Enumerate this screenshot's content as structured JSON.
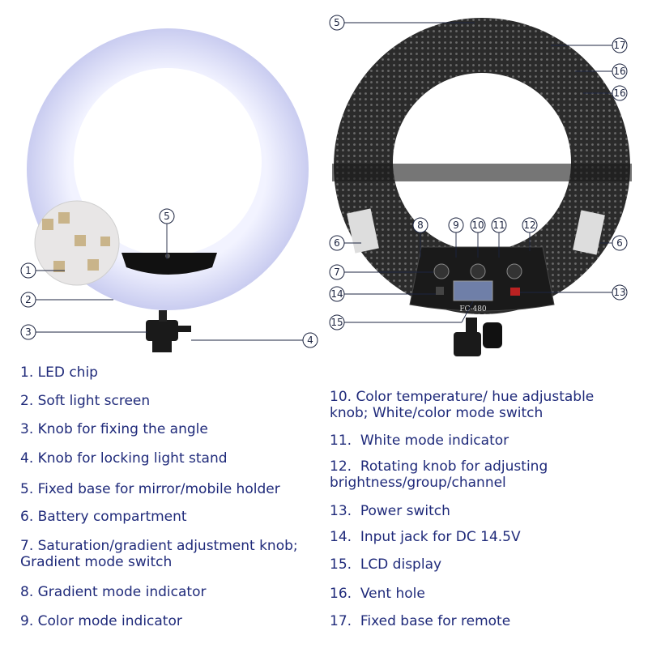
{
  "left_light": {
    "callouts": [
      "1",
      "2",
      "3",
      "4",
      "5"
    ]
  },
  "right_light": {
    "callouts": [
      "5",
      "17",
      "16",
      "16",
      "8",
      "9",
      "10",
      "11",
      "12",
      "6",
      "6",
      "7",
      "14",
      "13",
      "15"
    ],
    "model_label": "FC-480"
  },
  "legend_left": [
    "1. LED chip",
    "2. Soft light screen",
    "3. Knob for fixing the angle",
    "4. Knob for locking light stand",
    "5. Fixed base for mirror/mobile holder",
    "6. Battery compartment",
    "7. Saturation/gradient adjustment knob;\nGradient mode switch",
    "8. Gradient mode indicator",
    "9. Color mode indicator"
  ],
  "legend_right": [
    "10. Color temperature/ hue adjustable\nknob; White/color mode switch",
    "11.  White mode indicator",
    "12.  Rotating knob for adjusting\nbrightness/group/channel",
    "13.  Power switch",
    "14.  Input jack for DC 14.5V",
    "15.  LCD display",
    "16.  Vent hole",
    "17.  Fixed base for remote"
  ],
  "colors": {
    "legend_text": "#1f2a7a",
    "ring_front": "#eef0ff",
    "ring_back": "#2a2a2a"
  }
}
